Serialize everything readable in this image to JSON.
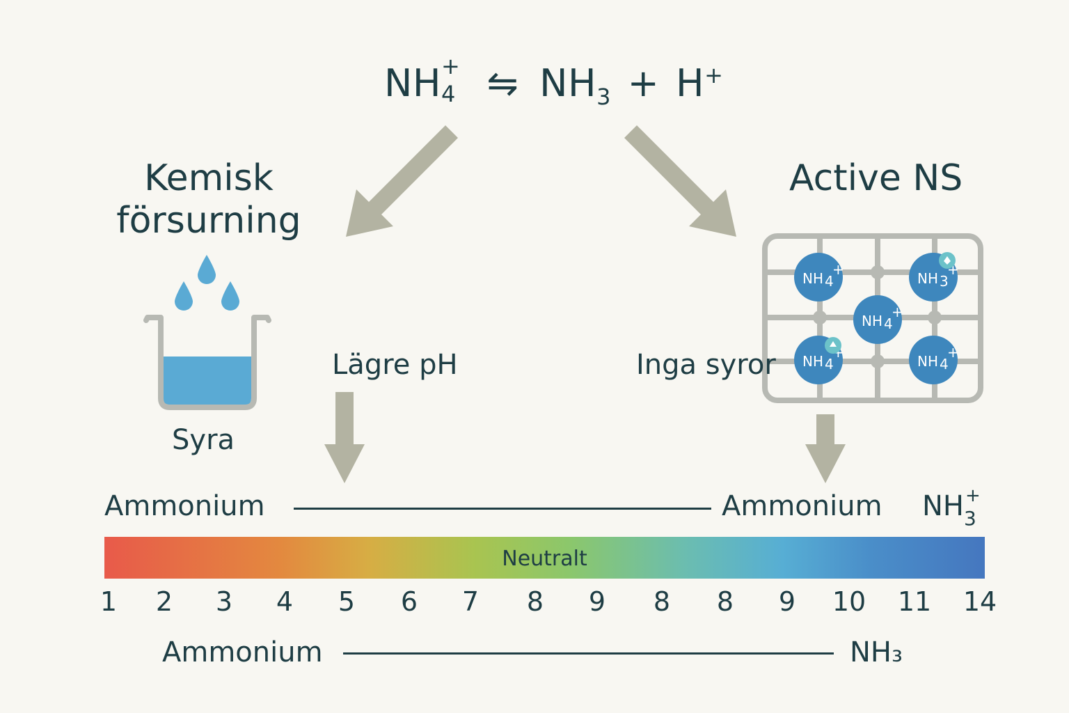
{
  "equation": {
    "left_base": "NH",
    "left_sub": "4",
    "left_sup": "+",
    "arrow": "⇋",
    "right_base": "NH",
    "right_sub": "3",
    "plus": "+",
    "h_base": "H",
    "h_sup": "+"
  },
  "left": {
    "heading_line1": "Kemisk",
    "heading_line2": "försurning",
    "beaker_label": "Syra",
    "effect_label": "Lägre pH"
  },
  "right": {
    "heading": "Active NS",
    "effect_label": "Inga syror",
    "molecules": [
      {
        "base": "NH",
        "sub": "4",
        "sup": "+"
      },
      {
        "base": "NH",
        "sub": "3",
        "sup": "+"
      },
      {
        "base": "NH",
        "sub": "4",
        "sup": "+"
      },
      {
        "base": "NH",
        "sub": "4",
        "sup": "+"
      },
      {
        "base": "NH",
        "sub": "4",
        "sup": "+"
      }
    ]
  },
  "scale": {
    "top_left_label": "Ammonium",
    "top_right_label": "Ammonium",
    "top_right_formula_base": "NH",
    "top_right_formula_sub": "3",
    "top_right_formula_sup": "+",
    "neutral_label": "Neutralt",
    "ticks": [
      "1",
      "2",
      "3",
      "4",
      "5",
      "6",
      "7",
      "8",
      "9",
      "8",
      "8",
      "9",
      "10",
      "11",
      "14"
    ],
    "bottom_left_label": "Ammonium",
    "bottom_right_label": "NH₃"
  },
  "colors": {
    "text": "#1e3d44",
    "arrow": "#b3b3a2",
    "water": "#5aaad4",
    "molecule": "#3e87bd",
    "grid": "#b7b9b3",
    "background": "#f8f7f2"
  }
}
